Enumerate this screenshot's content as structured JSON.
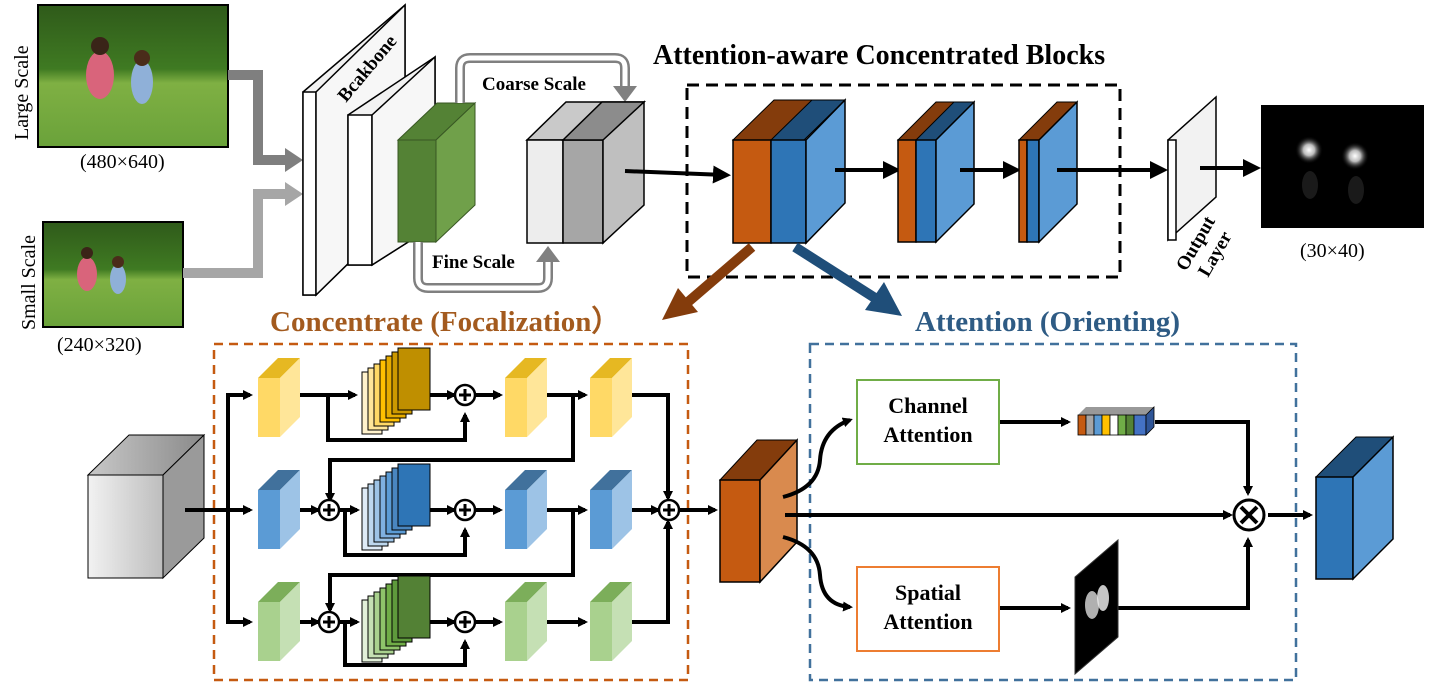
{
  "title": "Attention-aware Concentrated Blocks",
  "inputs": {
    "large_label": "Large Scale",
    "large_dim": "(480×640)",
    "small_label": "Small Scale",
    "small_dim": "(240×320)"
  },
  "backbone_label": "Bcakbone",
  "coarse_label": "Coarse Scale",
  "fine_label": "Fine Scale",
  "output_label_line1": "Output",
  "output_label_line2": "Layer",
  "output_dim": "(30×40)",
  "concentrate_title": "Concentrate (Focalization）",
  "attention_title": "Attention (Orienting)",
  "channel_attention": [
    "Channel",
    "Attention"
  ],
  "spatial_attention": [
    "Spatial",
    "Attention"
  ],
  "colors": {
    "orange": "#c55a11",
    "blue": "#2e75b6",
    "yellow": "#ffd966",
    "light_blue": "#5b9bd5",
    "green": "#a9d18e",
    "concentrate_border": "#c55a11",
    "attention_border": "#41719c",
    "channel_box_border": "#70ad47",
    "spatial_box_border": "#ed7d31"
  }
}
